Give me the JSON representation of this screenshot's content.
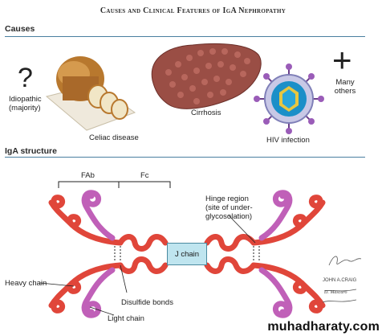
{
  "title": "Causes and Clinical Features of IgA Nephropathy",
  "sections": {
    "causes": "Causes",
    "structure": "IgA structure"
  },
  "causes": {
    "question_mark": "?",
    "idiopathic_line1": "Idiopathic",
    "idiopathic_line2": "(majority)",
    "celiac": "Celiac disease",
    "cirrhosis": "Cirrhosis",
    "hiv": "HIV infection",
    "plus": "+",
    "many_line1": "Many",
    "many_line2": "others"
  },
  "structure": {
    "fab": "FAb",
    "fc": "Fc",
    "hinge_line1": "Hinge region",
    "hinge_line2": "(site of under-",
    "hinge_line3": "glycosolation)",
    "j_chain": "J chain",
    "heavy_chain": "Heavy chain",
    "disulfide": "Disulfide bonds",
    "light_chain": "Light chain"
  },
  "signature": {
    "line1": "JOHN A.CRAIG",
    "line2": "D. Mascaro"
  },
  "watermark": "muhadharaty.com",
  "colors": {
    "heavy_chain": "#e0463a",
    "light_chain": "#c060b8",
    "j_chain_fill": "#bfe5ef",
    "rule": "#4a7fa0"
  }
}
